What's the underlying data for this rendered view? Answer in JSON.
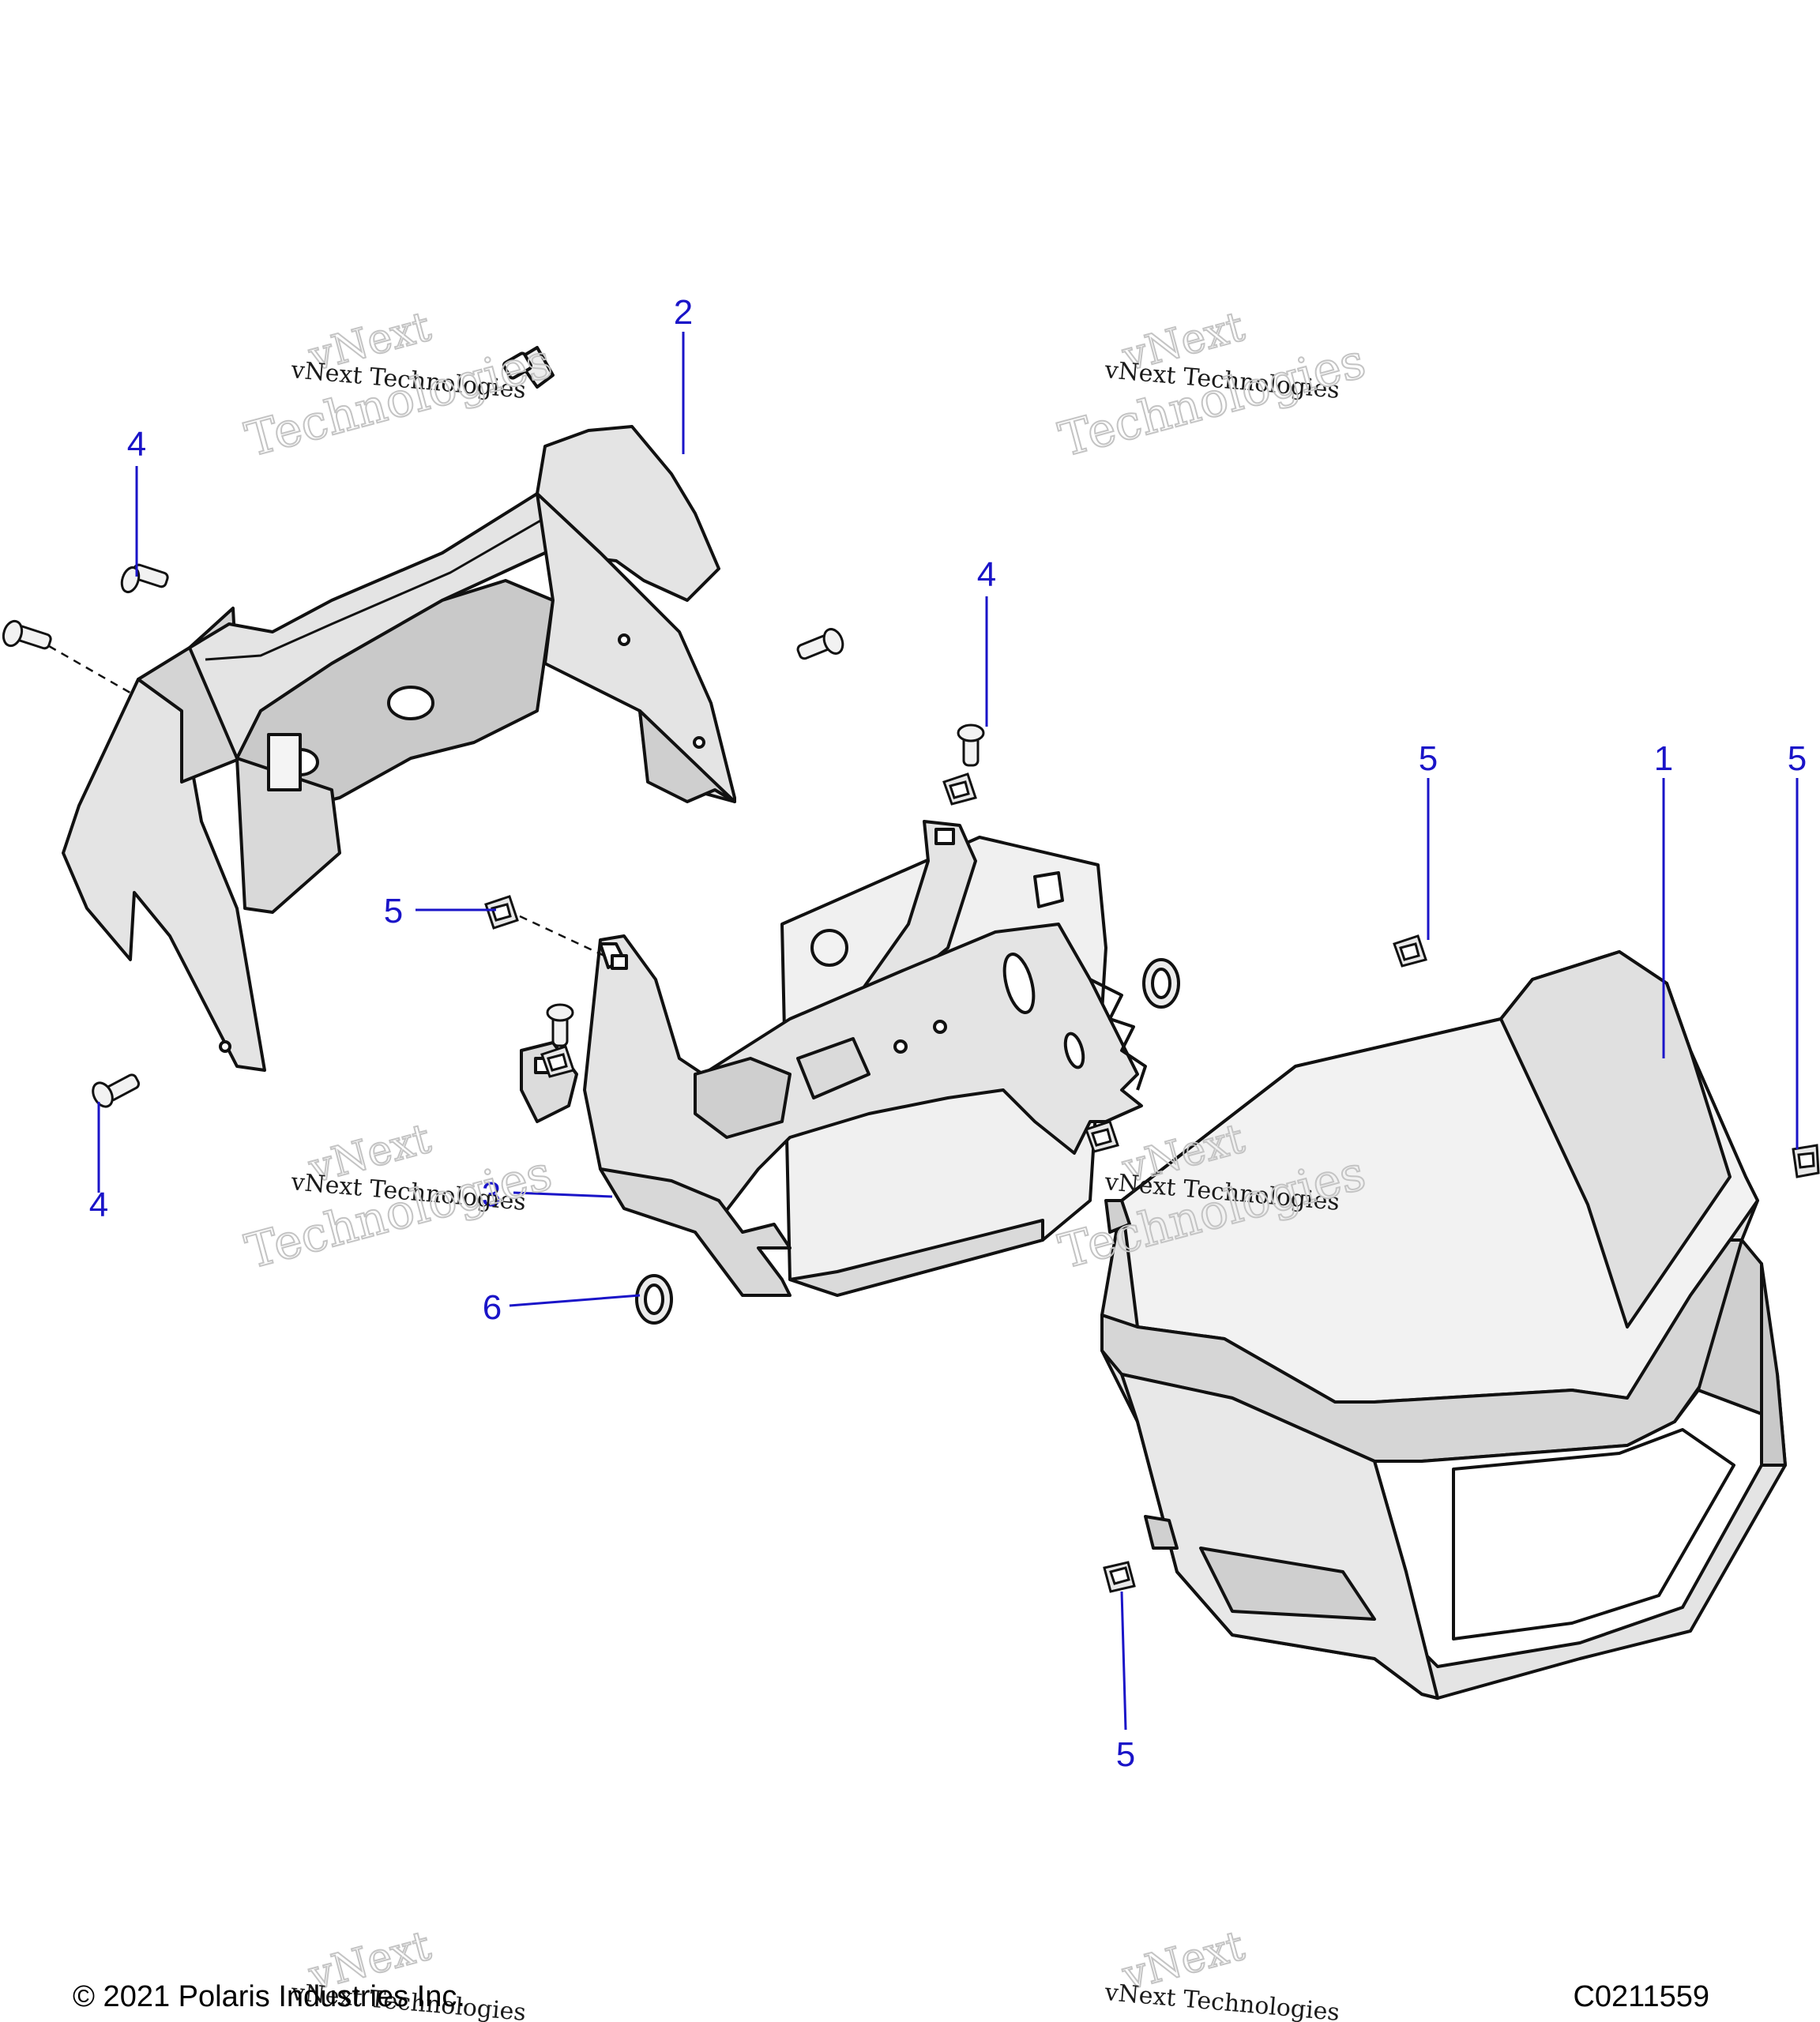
{
  "colors": {
    "callout": "#1a14c8",
    "outline": "#111111",
    "part_fill": "#e4e4e4",
    "part_fill_dark": "#c9c9c9",
    "watermark": "#c4c4c4"
  },
  "callouts": [
    "2",
    "4",
    "4",
    "4",
    "5",
    "5",
    "1",
    "5",
    "3",
    "6",
    "5"
  ],
  "watermark": {
    "line0": "vNext",
    "line1": "vNext Technologies",
    "line2": "Technologies"
  },
  "footer": {
    "copyright": "© 2021 Polaris Industries Inc.",
    "drawing_id": "C0211559"
  }
}
